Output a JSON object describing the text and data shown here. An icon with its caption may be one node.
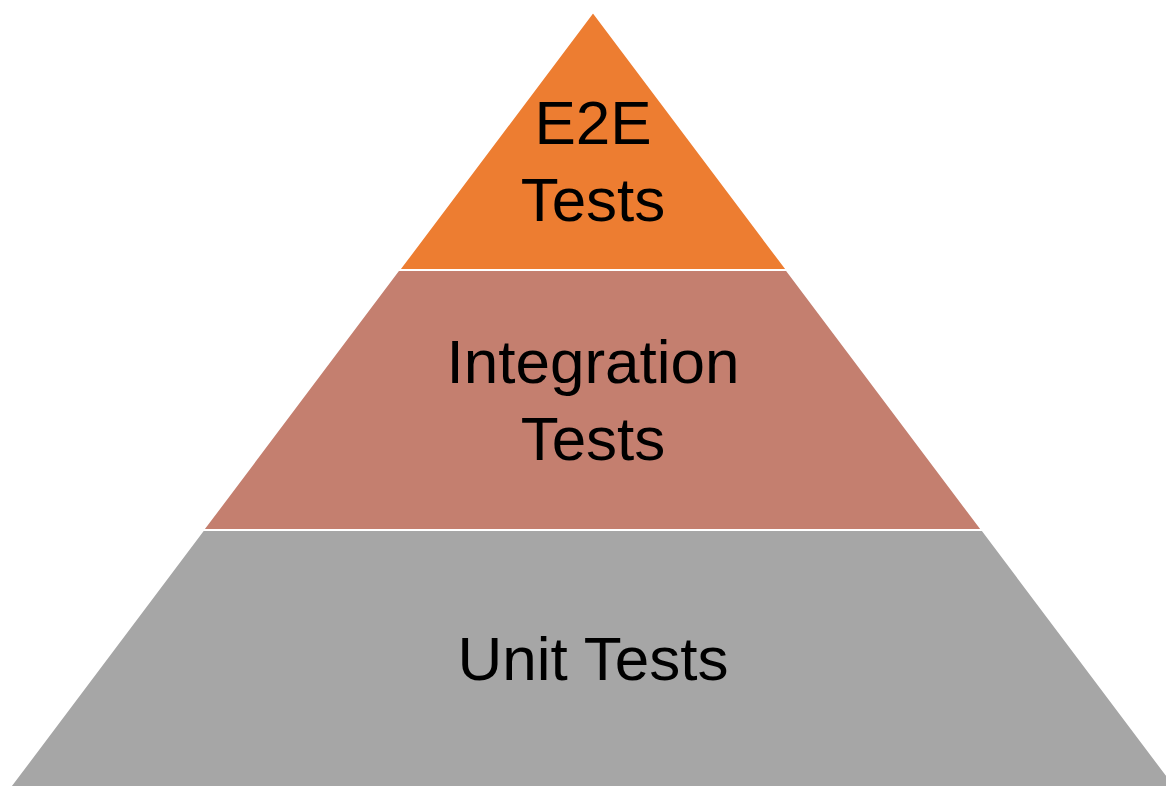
{
  "diagram": {
    "nodes": [
      {
        "text": [
          "E2E Tests"
        ]
      },
      {
        "text": [
          "Integration Tests"
        ]
      },
      {
        "text": [
          "Unit Tests"
        ]
      }
    ]
  }
}
